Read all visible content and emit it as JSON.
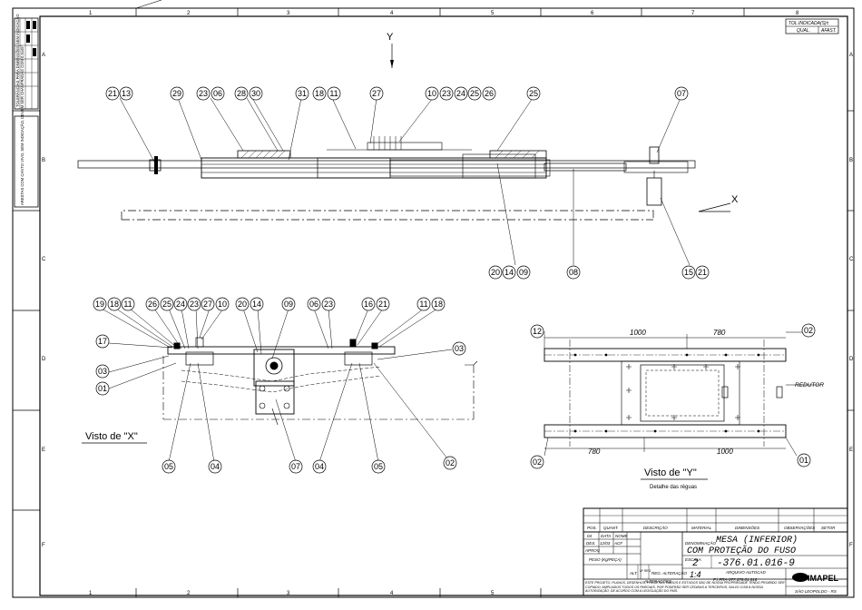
{
  "sheet": {
    "col_labels": [
      "1",
      "2",
      "3",
      "4",
      "5",
      "6",
      "7",
      "8"
    ],
    "row_labels": [
      "A",
      "B",
      "C",
      "D",
      "E",
      "F"
    ]
  },
  "tolerance_box": {
    "title": "TOL.INDICADA(S)±",
    "col1": "QUAL.",
    "col2": "AFAST."
  },
  "side_notes": {
    "note1": "TOLERÂNCIAS PARA DIMENSÕES SEM INDICAÇÃO",
    "note2": "ARESTAS COM CANTO VIVO, SEM INDICAÇÃO, DEVEM SER CHANFRADAS COM 0,5x45°"
  },
  "main_view": {
    "view_y_label": "Y",
    "view_x_label": "X",
    "balloons": [
      {
        "id": "m1",
        "text": "21"
      },
      {
        "id": "m2",
        "text": "13"
      },
      {
        "id": "m3",
        "text": "29"
      },
      {
        "id": "m4",
        "text": "23"
      },
      {
        "id": "m5",
        "text": "06"
      },
      {
        "id": "m6",
        "text": "28"
      },
      {
        "id": "m7",
        "text": "30"
      },
      {
        "id": "m8",
        "text": "31"
      },
      {
        "id": "m9",
        "text": "18"
      },
      {
        "id": "m10",
        "text": "11"
      },
      {
        "id": "m11",
        "text": "27"
      },
      {
        "id": "m12",
        "text": "10"
      },
      {
        "id": "m13",
        "text": "23"
      },
      {
        "id": "m14",
        "text": "24"
      },
      {
        "id": "m15",
        "text": "25"
      },
      {
        "id": "m16",
        "text": "26"
      },
      {
        "id": "m17",
        "text": "25"
      },
      {
        "id": "m18",
        "text": "07"
      },
      {
        "id": "m19",
        "text": "20"
      },
      {
        "id": "m20",
        "text": "14"
      },
      {
        "id": "m21",
        "text": "09"
      },
      {
        "id": "m22",
        "text": "08"
      },
      {
        "id": "m23",
        "text": "15"
      },
      {
        "id": "m24",
        "text": "21"
      }
    ]
  },
  "view_x": {
    "caption": "Visto de \"X\"",
    "balloons": [
      {
        "id": "x1",
        "text": "19"
      },
      {
        "id": "x2",
        "text": "18"
      },
      {
        "id": "x3",
        "text": "11"
      },
      {
        "id": "x4",
        "text": "26"
      },
      {
        "id": "x5",
        "text": "25"
      },
      {
        "id": "x6",
        "text": "24"
      },
      {
        "id": "x7",
        "text": "23"
      },
      {
        "id": "x8",
        "text": "27"
      },
      {
        "id": "x9",
        "text": "10"
      },
      {
        "id": "x10",
        "text": "20"
      },
      {
        "id": "x11",
        "text": "14"
      },
      {
        "id": "x12",
        "text": "09"
      },
      {
        "id": "x13",
        "text": "06"
      },
      {
        "id": "x14",
        "text": "23"
      },
      {
        "id": "x15",
        "text": "16"
      },
      {
        "id": "x16",
        "text": "21"
      },
      {
        "id": "x17",
        "text": "11"
      },
      {
        "id": "x18",
        "text": "18"
      },
      {
        "id": "x19",
        "text": "17"
      },
      {
        "id": "x20",
        "text": "03"
      },
      {
        "id": "x21",
        "text": "01"
      },
      {
        "id": "x22",
        "text": "03"
      },
      {
        "id": "x23",
        "text": "05"
      },
      {
        "id": "x24",
        "text": "04"
      },
      {
        "id": "x25",
        "text": "07"
      },
      {
        "id": "x26",
        "text": "04"
      },
      {
        "id": "x27",
        "text": "05"
      },
      {
        "id": "x28",
        "text": "02"
      }
    ]
  },
  "view_y": {
    "caption": "Visto de \"Y\"",
    "subcaption": "Detalhe das réguas",
    "dim_top_left": "1000",
    "dim_top_right": "780",
    "dim_bottom_left": "780",
    "dim_bottom_right": "1000",
    "label_redutor": "REDUTOR",
    "balloons": [
      {
        "id": "y1",
        "text": "12"
      },
      {
        "id": "y2",
        "text": "02"
      },
      {
        "id": "y3",
        "text": "02"
      },
      {
        "id": "y4",
        "text": "01"
      }
    ]
  },
  "title_block": {
    "headers": {
      "pos": "POS.",
      "quant": "QUANT.",
      "descricao": "DESCRIÇÃO",
      "material": "MATERIAL",
      "dimensoes": "DIMENSÕES",
      "observacoes": "OBSERVAÇÕES",
      "setor": "SETOR"
    },
    "row_data": {
      "label": "04",
      "data_label": "DATA",
      "nome_label": "NOME"
    },
    "row_des": {
      "label": "DES.",
      "date": "12/03",
      "name": "ACF"
    },
    "aprov": "APROV.",
    "peso": "PESO (Kg/PEÇA)",
    "alt": "ALT.",
    "alt_num": "Nº\nREG.",
    "reg_alteracao": "REG. ALTERAÇÃO",
    "alteracoes": "ALTERAÇÕES",
    "denominacao_label": "DENOMINAÇÃO",
    "title_line1": "MESA (INFERIOR)",
    "title_line2": "COM PROTEÇÃO DO FUSO",
    "escala_label": "ESCALA",
    "escala": "1:4",
    "size": "2",
    "drawing_number": "-376.01.016-9",
    "arquivo_label": "ARQUIVO AUTOCAD",
    "arquivo": "F:\\ FRA-377.376.01.016",
    "company": "IMAPEL",
    "city": "SÃO LEOPOLDO - RS",
    "legal": "ESTE PROJETO, PLANOS, DESENHOS, PROJETOS, DADOS E ESTUDOS SÃO DE NOSSA PROPRIEDADE TENDO PROIBIDO SER COPIADO, AMPLIADOS TODOS OS PARCIAIS, POR PODERÃO SER CEDIDAS A TERCEIROS, SALVO COM A NOSSA AUTORIZAÇÃO, DE ACORDO COM A LEGISLAÇÃO DO PAÍS."
  }
}
